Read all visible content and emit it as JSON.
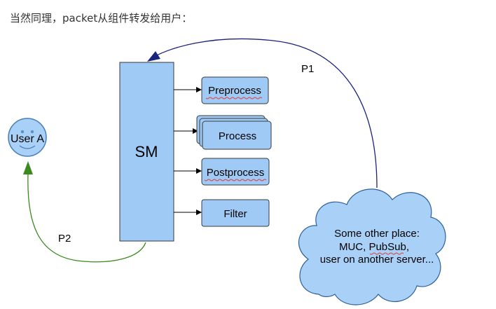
{
  "caption": "当然同理，packet从组件转发给用户：",
  "diagram": {
    "sm_label": "SM",
    "user_label": "User A",
    "modules": {
      "preprocess": "Preprocess",
      "process": "Process",
      "postprocess": "Postprocess",
      "filter": "Filter"
    },
    "cloud_lines": [
      "Some other place:",
      "MUC, PubSub,",
      "user on another server..."
    ],
    "arrow_p1": "P1",
    "arrow_p2": "P2"
  },
  "colors": {
    "box_fill": "#9fcaf5",
    "cloud_fill": "#a9d1f7",
    "arrow_p1": "#1a237e",
    "arrow_p2": "#3a8a1e",
    "spellcheck": "#e53935"
  }
}
